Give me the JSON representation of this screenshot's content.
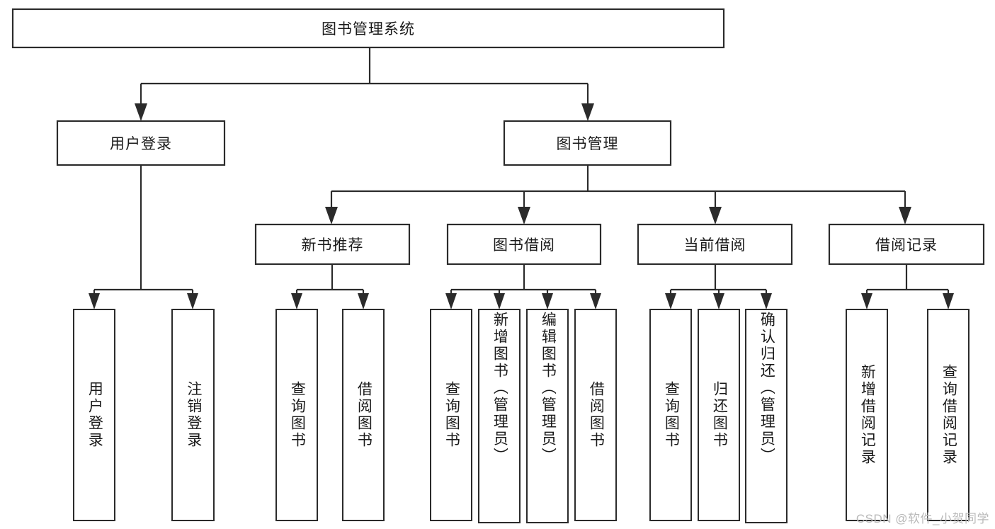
{
  "diagram": {
    "title": "图书管理系统",
    "type": "tree",
    "watermark": "CSDN @软件_小贺同学",
    "colors": {
      "stroke": "#2b2b2b",
      "fill": "#ffffff",
      "text": "#1a1a1a",
      "watermark": "#b9b9b9",
      "background": "#ffffff"
    },
    "root": {
      "label": "图书管理系统",
      "orientation": "horizontal"
    },
    "level1": [
      {
        "label": "用户登录",
        "orientation": "horizontal"
      },
      {
        "label": "图书管理",
        "orientation": "horizontal"
      }
    ],
    "level2": [
      {
        "label": "新书推荐",
        "orientation": "horizontal",
        "parent": "图书管理"
      },
      {
        "label": "图书借阅",
        "orientation": "horizontal",
        "parent": "图书管理"
      },
      {
        "label": "当前借阅",
        "orientation": "horizontal",
        "parent": "图书管理"
      },
      {
        "label": "借阅记录",
        "orientation": "horizontal",
        "parent": "图书管理"
      }
    ],
    "leaves": {
      "用户登录": [
        {
          "label": "用户登录",
          "orientation": "vertical"
        },
        {
          "label": "注销登录",
          "orientation": "vertical"
        }
      ],
      "新书推荐": [
        {
          "label": "查询图书",
          "orientation": "vertical"
        },
        {
          "label": "借阅图书",
          "orientation": "vertical"
        }
      ],
      "图书借阅": [
        {
          "label": "查询图书",
          "orientation": "vertical"
        },
        {
          "label": "新增图书（管理员）",
          "orientation": "vertical"
        },
        {
          "label": "编辑图书（管理员）",
          "orientation": "vertical"
        },
        {
          "label": "借阅图书",
          "orientation": "vertical"
        }
      ],
      "当前借阅": [
        {
          "label": "查询图书",
          "orientation": "vertical"
        },
        {
          "label": "归还图书",
          "orientation": "vertical"
        },
        {
          "label": "确认归还（管理员）",
          "orientation": "vertical"
        }
      ],
      "借阅记录": [
        {
          "label": "新增借阅记录",
          "orientation": "vertical"
        },
        {
          "label": "查询借阅记录",
          "orientation": "vertical"
        }
      ]
    },
    "labels": {
      "root": "图书管理系统",
      "l1_0": "用户登录",
      "l1_1": "图书管理",
      "l2_0": "新书推荐",
      "l2_1": "图书借阅",
      "l2_2": "当前借阅",
      "l2_3": "借阅记录",
      "leaf_a0": "用户登录",
      "leaf_a1": "注销登录",
      "leaf_b0": "查询图书",
      "leaf_b1": "借阅图书",
      "leaf_c0": "查询图书",
      "leaf_c1": "新增图书（管理员）",
      "leaf_c2": "编辑图书（管理员）",
      "leaf_c3": "借阅图书",
      "leaf_d0": "查询图书",
      "leaf_d1": "归还图书",
      "leaf_d2": "确认归还（管理员）",
      "leaf_e0": "新增借阅记录",
      "leaf_e1": "查询借阅记录"
    }
  }
}
